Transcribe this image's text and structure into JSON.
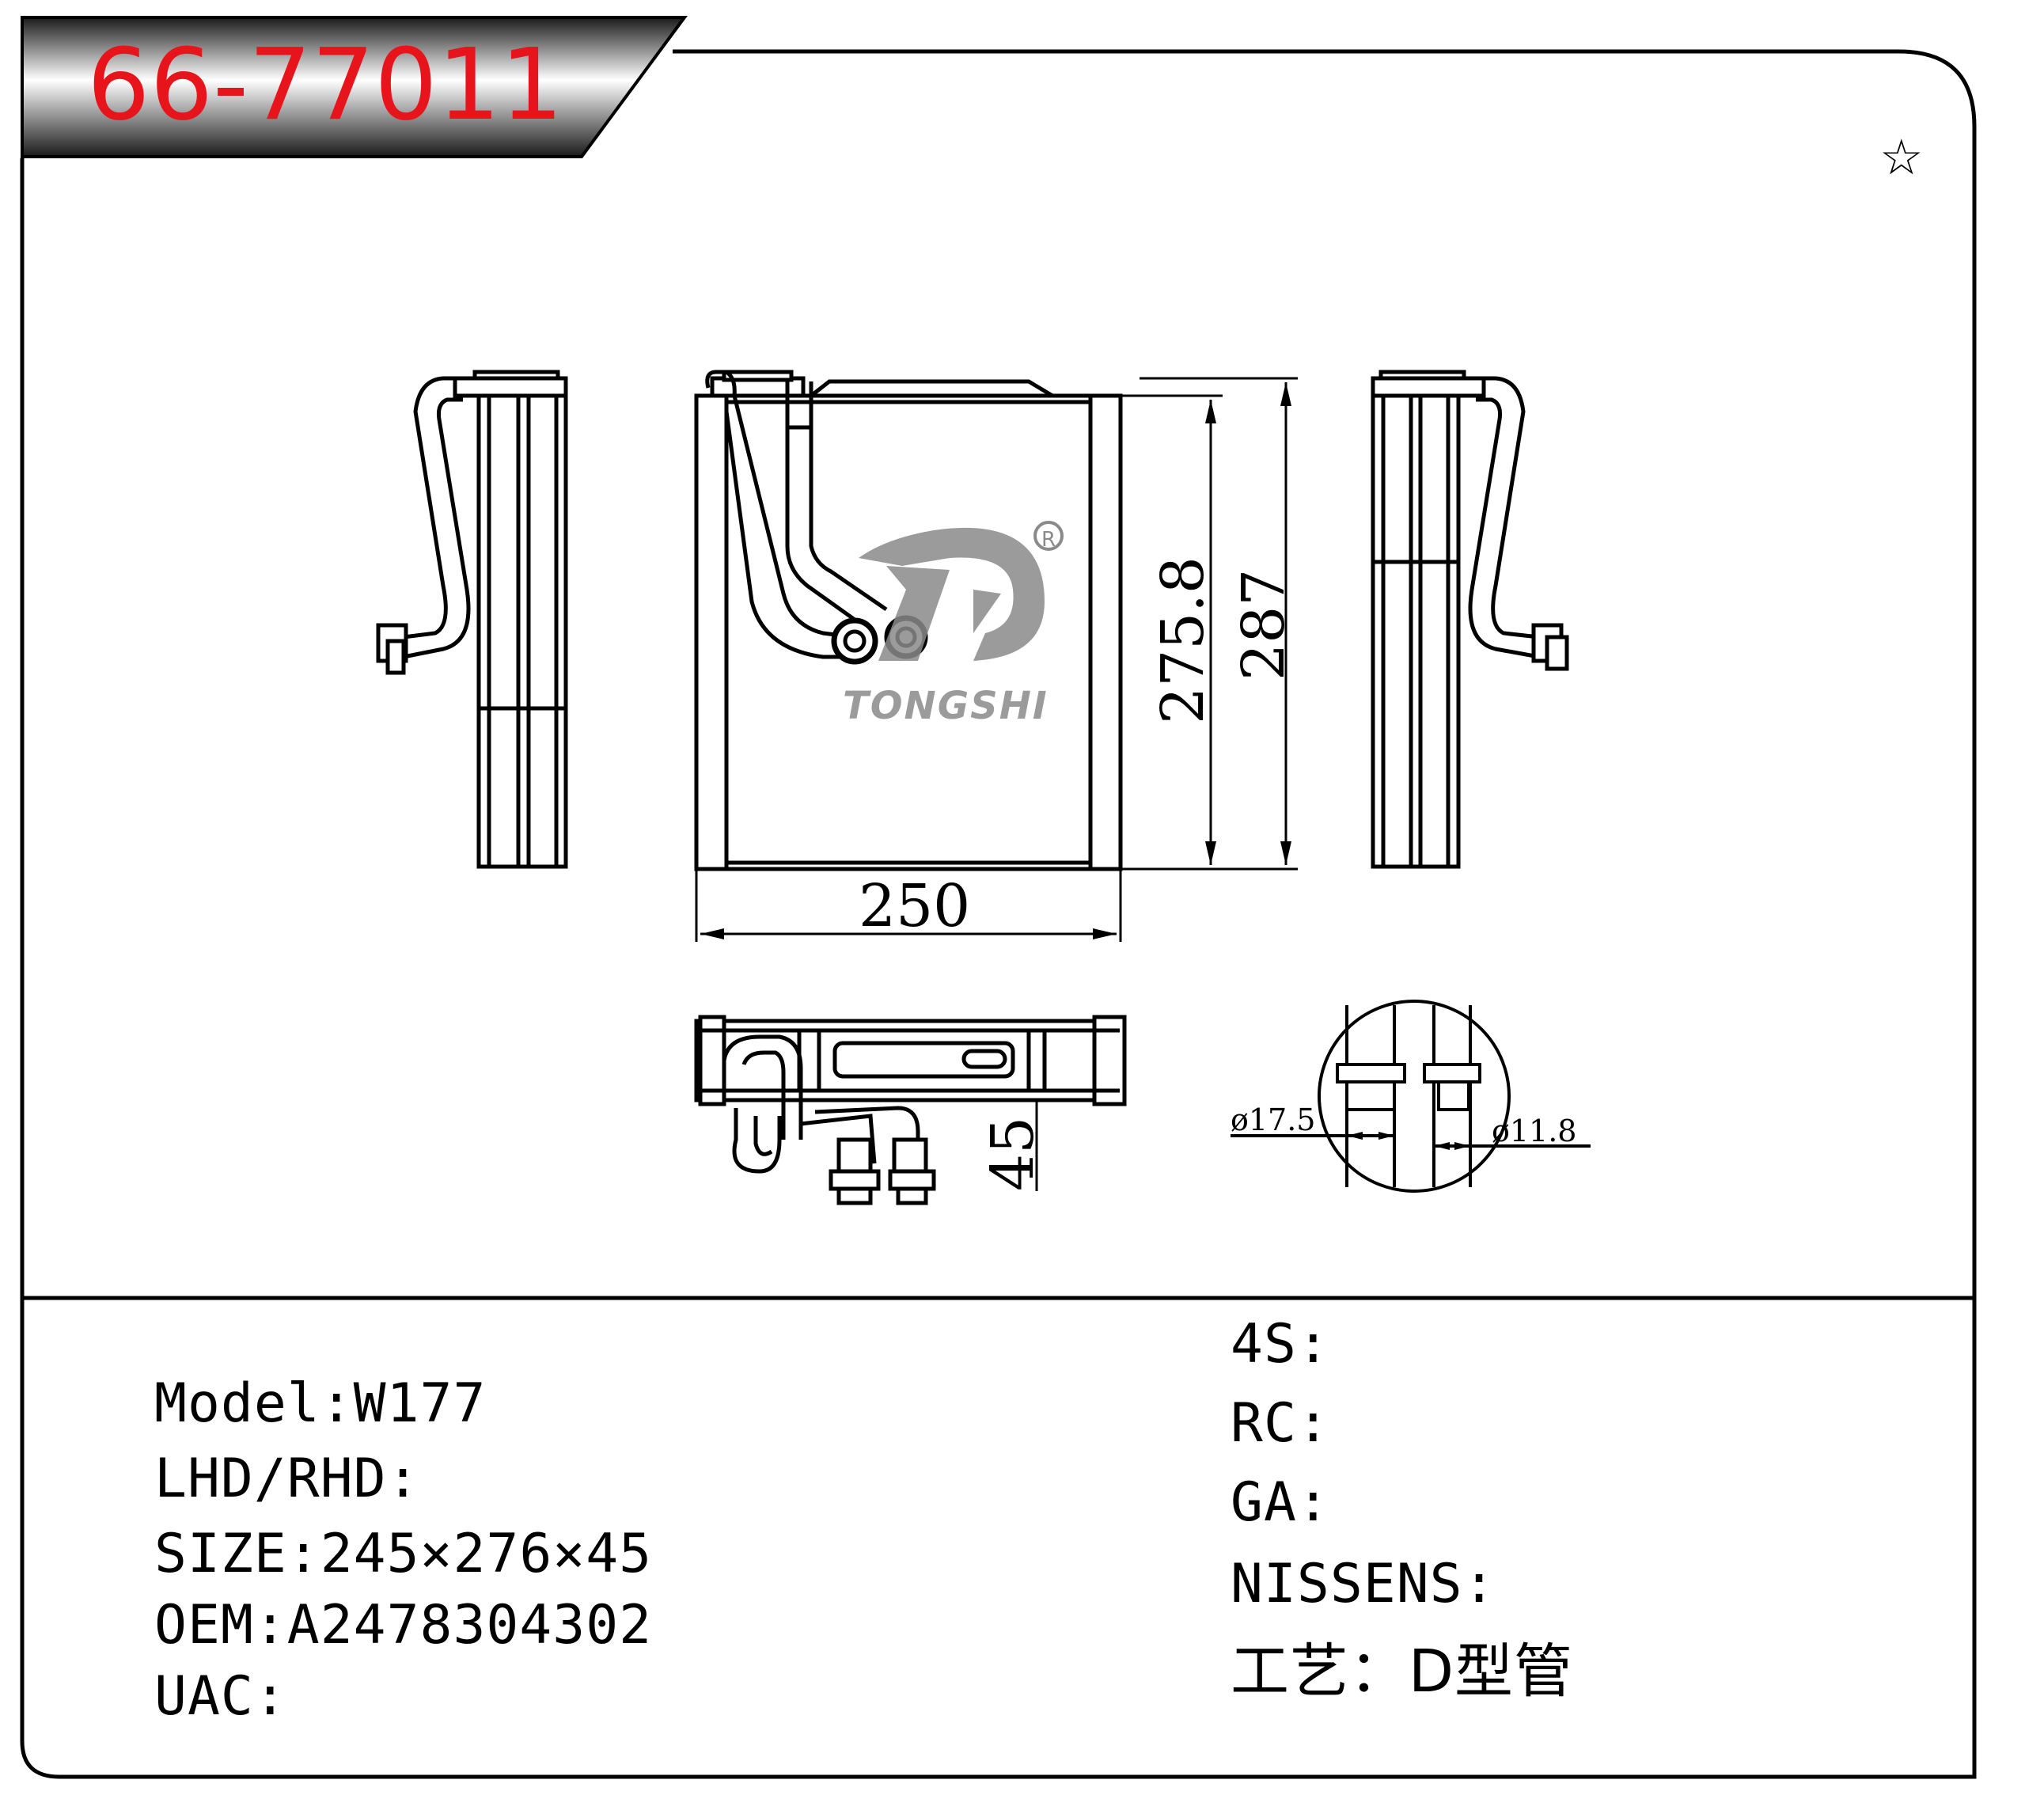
{
  "part_number": "66-77011",
  "colors": {
    "part_number": "#e8141c",
    "line": "#000000",
    "logo": "#8a8a8a"
  },
  "corner_mark": "☆",
  "logo": {
    "wordmark": "TONGSHI",
    "registered": "R"
  },
  "dimensions": {
    "width": "250",
    "height_core": "275.8",
    "height_total": "287",
    "depth": "45",
    "pipe_large": "ø17.5",
    "pipe_small": "ø11.8"
  },
  "specs_left": [
    {
      "label": "Model",
      "sep": ":",
      "value": "W177"
    },
    {
      "label": "LHD/RHD",
      "sep": ":",
      "value": ""
    },
    {
      "label": "SIZE",
      "sep": ":",
      "value": "245×276×45"
    },
    {
      "label": "OEM",
      "sep": ":",
      "value": "A2478304302"
    },
    {
      "label": "UAC",
      "sep": ":",
      "value": ""
    }
  ],
  "specs_right": [
    {
      "label": "4S",
      "sep": ":",
      "value": ""
    },
    {
      "label": "RC",
      "sep": ":",
      "value": ""
    },
    {
      "label": "GA",
      "sep": ":",
      "value": ""
    },
    {
      "label": "NISSENS",
      "sep": ":",
      "value": ""
    },
    {
      "label": "工艺",
      "sep": "：",
      "value": "D型管"
    }
  ]
}
